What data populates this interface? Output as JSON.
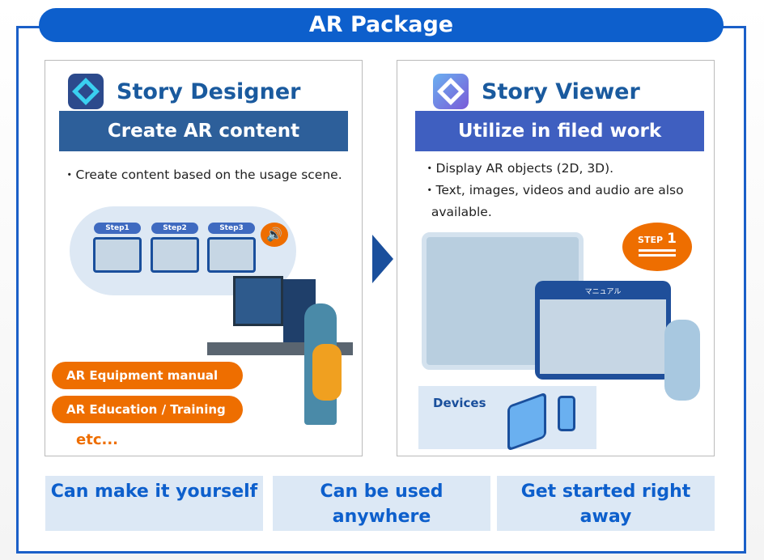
{
  "banner": {
    "title": "AR Package"
  },
  "designer": {
    "title": "Story Designer",
    "bar": "Create AR content",
    "desc": "・Create content based on the usage scene.",
    "steps": [
      "Step1",
      "Step2",
      "Step3"
    ],
    "pills": [
      "AR Equipment manual",
      "AR Education / Training"
    ],
    "etc": "etc...",
    "bar_color": "#2d5f9a"
  },
  "viewer": {
    "title": "Story Viewer",
    "bar": "Utilize in filed work",
    "desc": [
      "・Display AR objects (2D, 3D).",
      "・Text, images, videos and audio are also",
      "  available."
    ],
    "bubble_label": "STEP",
    "bubble_number": "1",
    "tablet_title": "マニュアル",
    "devices": "Devices",
    "bar_color": "#3f5fc0"
  },
  "features": [
    "Can make it yourself",
    "Can be used anywhere",
    "Get started right away"
  ],
  "colors": {
    "accent": "#0d5fcc",
    "orange": "#ee6e00"
  }
}
